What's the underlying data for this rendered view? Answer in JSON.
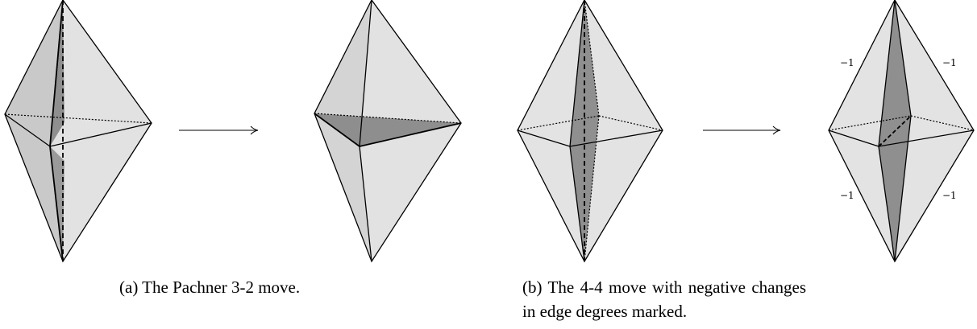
{
  "captions": {
    "a": "(a) The Pachner 3-2 move.",
    "b": "(b) The 4-4 move with negative changes in edge degrees marked."
  },
  "edge_degree_labels": [
    "−1",
    "−1",
    "−1",
    "−1"
  ],
  "colors": {
    "face_light": "#e2e2e2",
    "face_mid": "#c8c8c8",
    "face_dark": "#8e8e8e",
    "stroke": "#000000"
  }
}
